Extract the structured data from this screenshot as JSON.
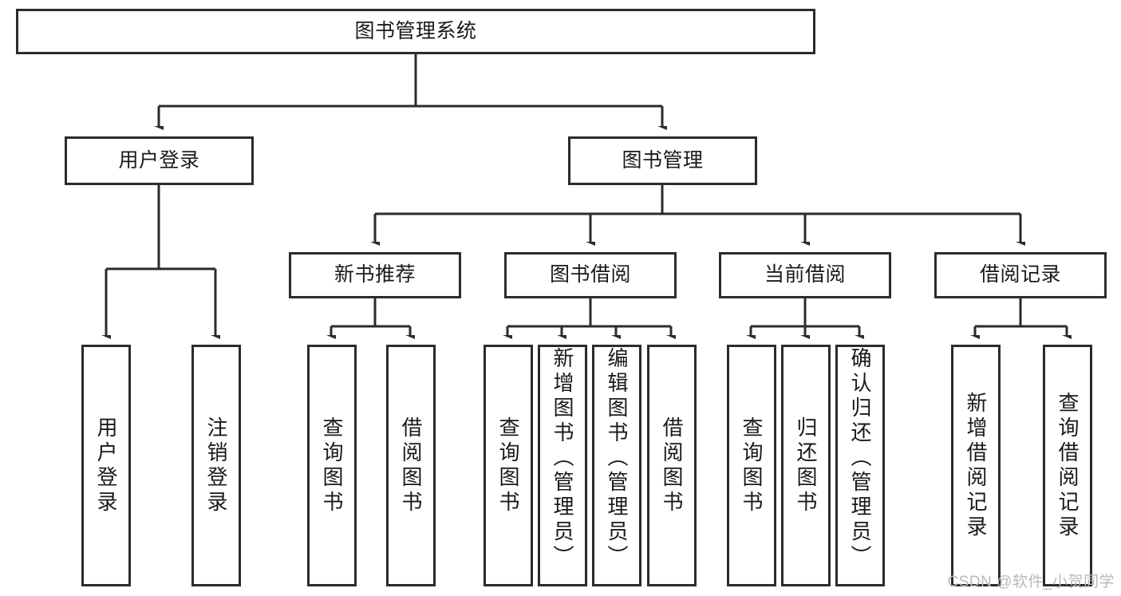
{
  "diagram": {
    "type": "tree-hierarchy-chart",
    "title": "图书管理系统",
    "colors": {
      "stroke": "#2b2b2b",
      "fill": "#ffffff",
      "text": "#1a1a1a",
      "watermark": "#b9b9b9"
    },
    "root": {
      "label": "图书管理系统",
      "orientation": "horizontal"
    },
    "level2": [
      {
        "label": "用户登录",
        "orientation": "horizontal"
      },
      {
        "label": "图书管理",
        "orientation": "horizontal"
      }
    ],
    "level3": [
      {
        "label": "新书推荐",
        "orientation": "horizontal",
        "parent": "图书管理"
      },
      {
        "label": "图书借阅",
        "orientation": "horizontal",
        "parent": "图书管理"
      },
      {
        "label": "当前借阅",
        "orientation": "horizontal",
        "parent": "图书管理"
      },
      {
        "label": "借阅记录",
        "orientation": "horizontal",
        "parent": "图书管理"
      }
    ],
    "leaves": [
      {
        "label": "用户登录",
        "orientation": "vertical",
        "parent": "用户登录"
      },
      {
        "label": "注销登录",
        "orientation": "vertical",
        "parent": "用户登录"
      },
      {
        "label": "查询图书",
        "orientation": "vertical",
        "parent": "新书推荐"
      },
      {
        "label": "借阅图书",
        "orientation": "vertical",
        "parent": "新书推荐"
      },
      {
        "label": "查询图书",
        "orientation": "vertical",
        "parent": "图书借阅"
      },
      {
        "label": "新增图书（管理员）",
        "orientation": "vertical",
        "parent": "图书借阅"
      },
      {
        "label": "编辑图书（管理员）",
        "orientation": "vertical",
        "parent": "图书借阅"
      },
      {
        "label": "借阅图书",
        "orientation": "vertical",
        "parent": "图书借阅"
      },
      {
        "label": "查询图书",
        "orientation": "vertical",
        "parent": "当前借阅"
      },
      {
        "label": "归还图书",
        "orientation": "vertical",
        "parent": "当前借阅"
      },
      {
        "label": "确认归还（管理员）",
        "orientation": "vertical",
        "parent": "当前借阅"
      },
      {
        "label": "新增借阅记录",
        "orientation": "vertical",
        "parent": "借阅记录"
      },
      {
        "label": "查询借阅记录",
        "orientation": "vertical",
        "parent": "借阅记录"
      }
    ]
  },
  "watermark": {
    "text": "CSDN @软件_小贺同学"
  }
}
